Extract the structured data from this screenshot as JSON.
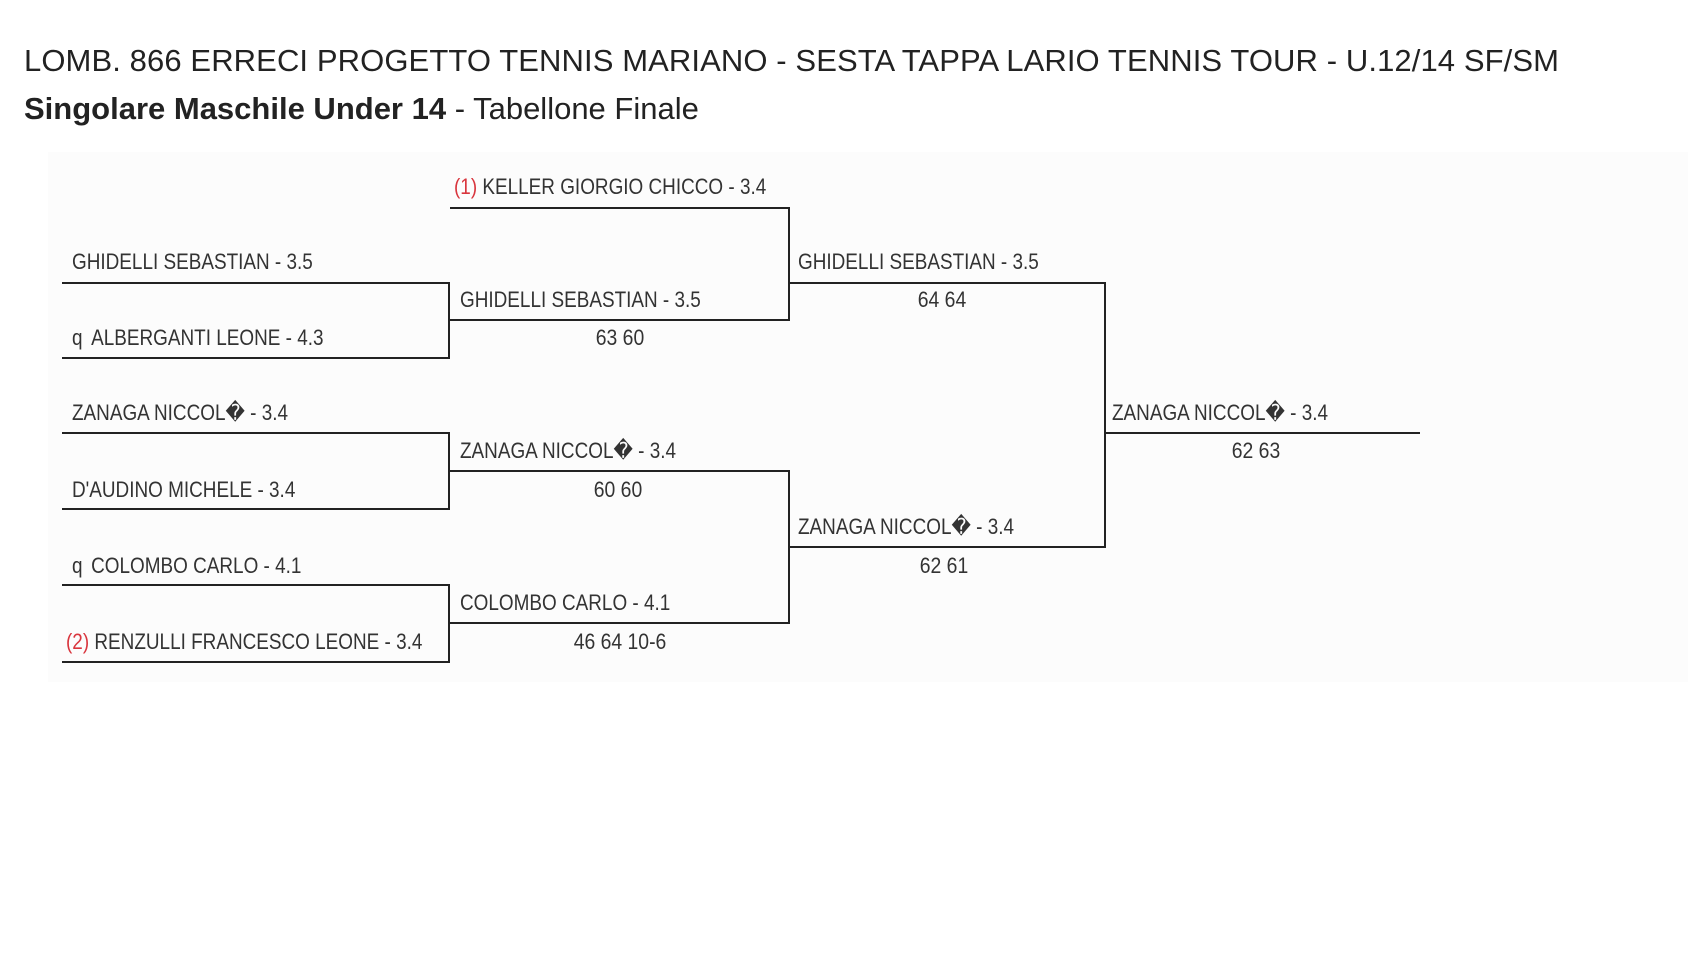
{
  "header": {
    "tournament_title": "LOMB. 866 ERRECI PROGETTO TENNIS MARIANO - SESTA TAPPA LARIO TENNIS TOUR - U.12/14 SF/SM",
    "event_name": "Singolare Maschile Under 14",
    "event_suffix": " - Tabellone Finale"
  },
  "colors": {
    "seed": "#d9363e",
    "line": "#222222",
    "text": "#333333"
  },
  "round1": {
    "p1": {
      "name": "GHIDELLI SEBASTIAN - 3.5"
    },
    "p2": {
      "prefix": "q",
      "name": "ALBERGANTI LEONE - 4.3"
    },
    "p3": {
      "name": "ZANAGA NICCOL� - 3.4"
    },
    "p4": {
      "name": "D'AUDINO MICHELE - 3.4"
    },
    "p5": {
      "prefix": "q",
      "name": "COLOMBO CARLO - 4.1"
    },
    "p6": {
      "seed": "(2)",
      "name": "RENZULLI FRANCESCO LEONE - 3.4"
    }
  },
  "round2": {
    "bye": {
      "seed": "(1)",
      "name": "KELLER GIORGIO CHICCO - 3.4"
    },
    "w1": {
      "name": "GHIDELLI SEBASTIAN - 3.5",
      "score": "63 60"
    },
    "w2": {
      "name": "ZANAGA NICCOL� - 3.4",
      "score": "60 60"
    },
    "w3": {
      "name": "COLOMBO CARLO - 4.1",
      "score": "46 64 10-6"
    }
  },
  "semifinals": {
    "s1": {
      "name": "GHIDELLI SEBASTIAN - 3.5",
      "score": "64 64"
    },
    "s2": {
      "name": "ZANAGA NICCOL� - 3.4",
      "score": "62 61"
    }
  },
  "final": {
    "winner": {
      "name": "ZANAGA NICCOL� - 3.4",
      "score": "62 63"
    }
  }
}
